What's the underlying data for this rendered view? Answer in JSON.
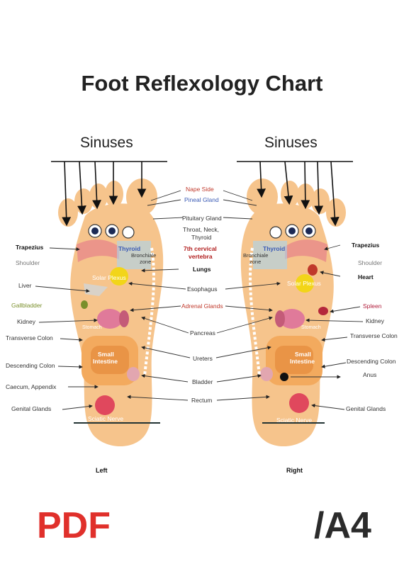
{
  "title": "Foot Reflexology Chart",
  "sinuses_left": "Sinuses",
  "sinuses_right": "Sinuses",
  "labels": {
    "nape_side": "Nape Side",
    "pineal_gland": "Pineal Gland",
    "pituitary_gland": "Pituitary Gland",
    "throat": "Throat, Neck,",
    "thyroid_line": "Thyroid",
    "cervical1": "7th cervical",
    "cervical2": "vertebra",
    "lungs": "Lungs",
    "esophagus": "Esophagus",
    "adrenal_glands": "Adrenal Glands",
    "pancreas": "Pancreas",
    "ureters": "Ureters",
    "bladder": "Bladder",
    "rectum": "Rectum",
    "trapezius_left": "Trapezius",
    "shoulder_left": "Shoulder",
    "liver": "Liver",
    "gallbladder": "Gallbladder",
    "kidney_left": "Kidney",
    "transverse_colon_left": "Transverse Colon",
    "descending_colon_left": "Descending Colon",
    "caecum": "Caecum, Appendix",
    "genital_left": "Genital Glands",
    "trapezius_right": "Trapezius",
    "shoulder_right": "Shoulder",
    "heart": "Heart",
    "spleen": "Spleen",
    "kidney_right": "Kidney",
    "transverse_colon_right": "Transverse Colon",
    "descending_colon_right": "Descending Colon",
    "anus": "Anus",
    "genital_right": "Genital Glands"
  },
  "inner_labels": {
    "thyroid_l": "Thyroid",
    "bronchiale_l1": "Bronchiale",
    "bronchiale_l2": "zone",
    "solar_l": "Solar Plexus",
    "stomach_l": "Stomach",
    "small_l1": "Small",
    "small_l2": "Intestine",
    "sciatic_l": "Sciatic Nerve",
    "thyroid_r": "Thyroid",
    "bronchiale_r1": "Bronchiale",
    "bronchiale_r2": "zone",
    "solar_r": "Solar Plexus",
    "stomach_r": "Stomach",
    "small_r1": "Small",
    "small_r2": "Intestine",
    "sciatic_r": "Sciatic Nerve"
  },
  "foot_left": "Left",
  "foot_right": "Right",
  "format_pdf": "PDF",
  "format_a4": "/A4",
  "colors": {
    "skin": "#f6c48c",
    "accent_red": "#e0302b",
    "text_dark": "#222222",
    "solar": "#f2d519",
    "genital": "#e0485d"
  }
}
